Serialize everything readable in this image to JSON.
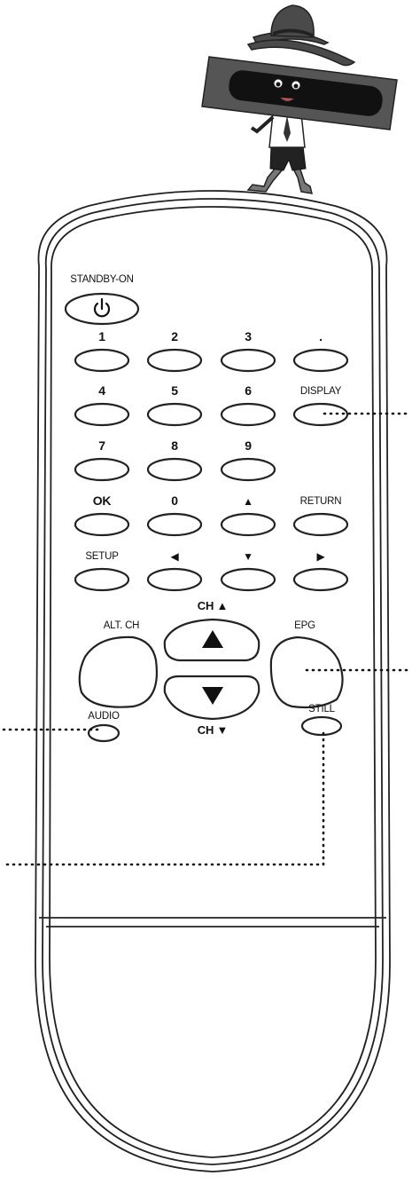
{
  "remote": {
    "standby_label": "STANDBY-ON",
    "keys": {
      "k1": "1",
      "k2": "2",
      "k3": "3",
      "kdot": ".",
      "k4": "4",
      "k5": "5",
      "k6": "6",
      "display": "DISPLAY",
      "k7": "7",
      "k8": "8",
      "k9": "9",
      "ok": "OK",
      "k0": "0",
      "up": "▲",
      "return": "RETURN",
      "setup": "SETUP",
      "left": "◀",
      "down": "▼",
      "right": "▶"
    },
    "ch_up_label": "CH ▲",
    "ch_down_label": "CH ▼",
    "alt_ch_label": "ALT. CH",
    "epg_label": "EPG",
    "audio_label": "AUDIO",
    "still_label": "STILL"
  },
  "icons": [
    "power-icon",
    "up-arrow-icon",
    "down-arrow-icon",
    "mascot-illustration"
  ],
  "colors": {
    "outline": "#222222",
    "mascot_band": "#555555",
    "mascot_hat": "#4a4a4a"
  }
}
